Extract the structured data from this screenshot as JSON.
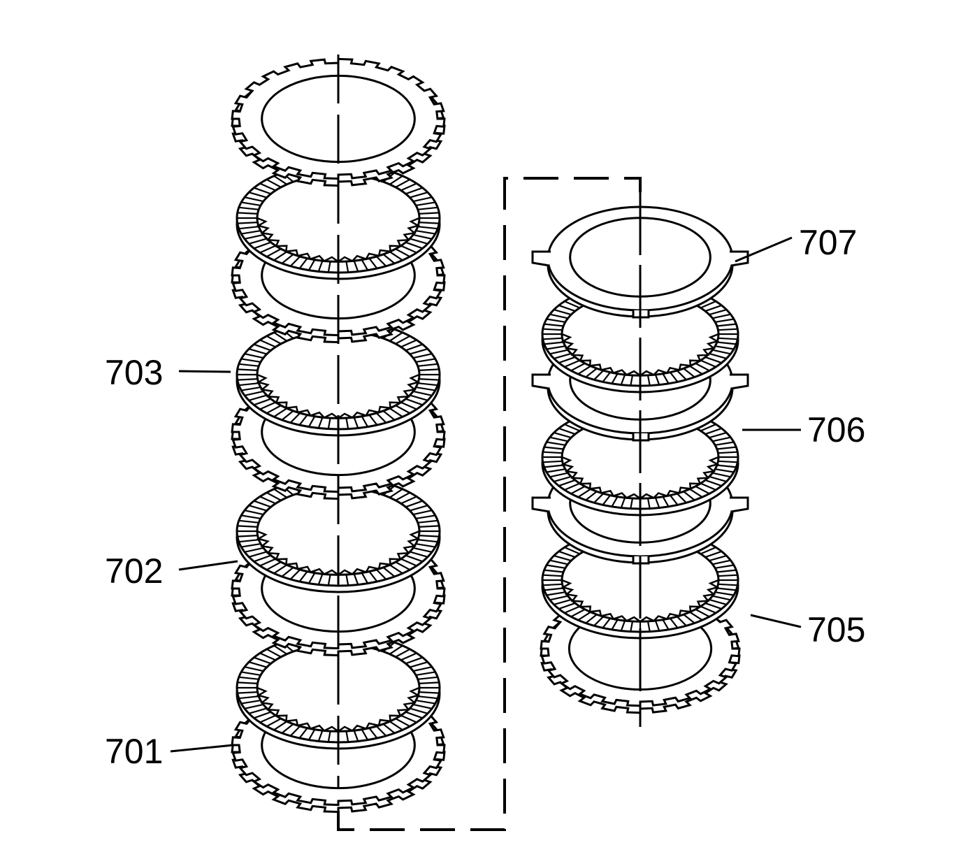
{
  "diagram": {
    "callouts": {
      "c701": "701",
      "c702": "702",
      "c703": "703",
      "c705": "705",
      "c706": "706",
      "c707": "707"
    },
    "left_stack": {
      "plates": [
        "steel-plate",
        "fiber-plate",
        "steel-plate",
        "fiber-plate",
        "steel-plate",
        "fiber-plate",
        "steel-plate",
        "fiber-plate",
        "steel-plate"
      ]
    },
    "right_stack": {
      "plates": [
        "tabbed-steel-plate",
        "fiber-plate",
        "tabbed-steel-plate",
        "fiber-plate",
        "tabbed-steel-plate",
        "fiber-plate",
        "splined-steel-plate"
      ]
    },
    "colors": {
      "line": "#000000",
      "background": "#ffffff"
    }
  }
}
